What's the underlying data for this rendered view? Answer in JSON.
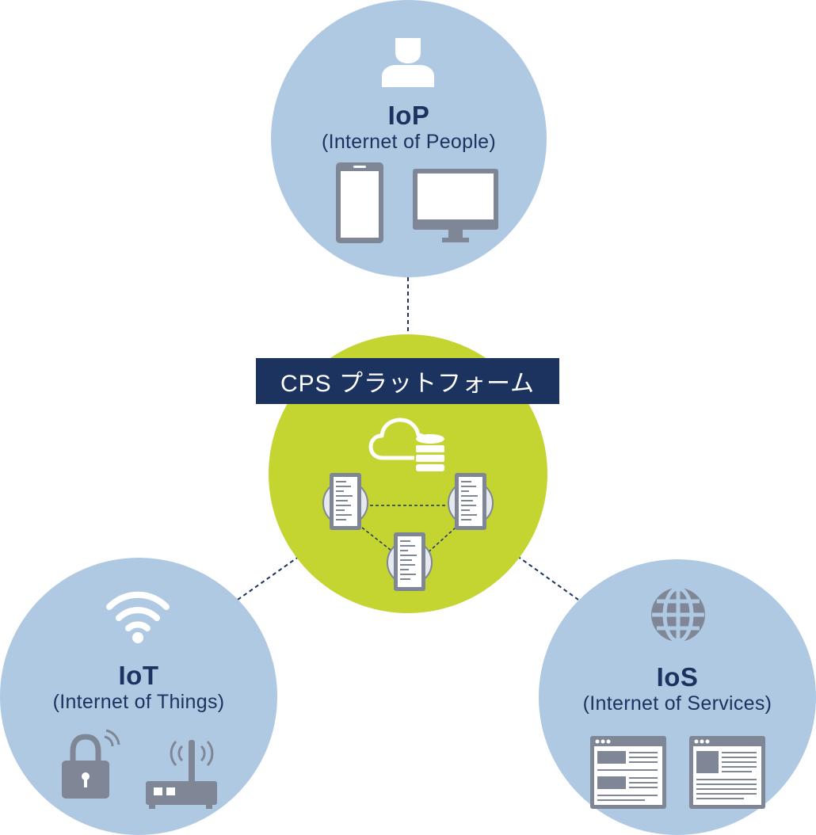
{
  "nodes": {
    "iop": {
      "title": "IoP",
      "subtitle": "(Internet of People)"
    },
    "iot": {
      "title": "IoT",
      "subtitle": "(Internet of Things)"
    },
    "ios": {
      "title": "IoS",
      "subtitle": "(Internet of Services)"
    }
  },
  "platform": {
    "label": "CPS プラットフォーム"
  },
  "colors": {
    "node_fill": "#afc9e3",
    "platform_fill": "#c4d431",
    "label_fill": "#1c3360",
    "icon_gray": "#7f8796",
    "connector": "#1c3360"
  },
  "icons": {
    "iop": [
      "person-icon",
      "smartphone-icon",
      "monitor-icon"
    ],
    "platform": [
      "cloud-icon",
      "database-icon",
      "server-icon"
    ],
    "iot": [
      "wifi-icon",
      "lock-icon",
      "router-icon"
    ],
    "ios": [
      "globe-icon",
      "browser-window-icon"
    ]
  }
}
